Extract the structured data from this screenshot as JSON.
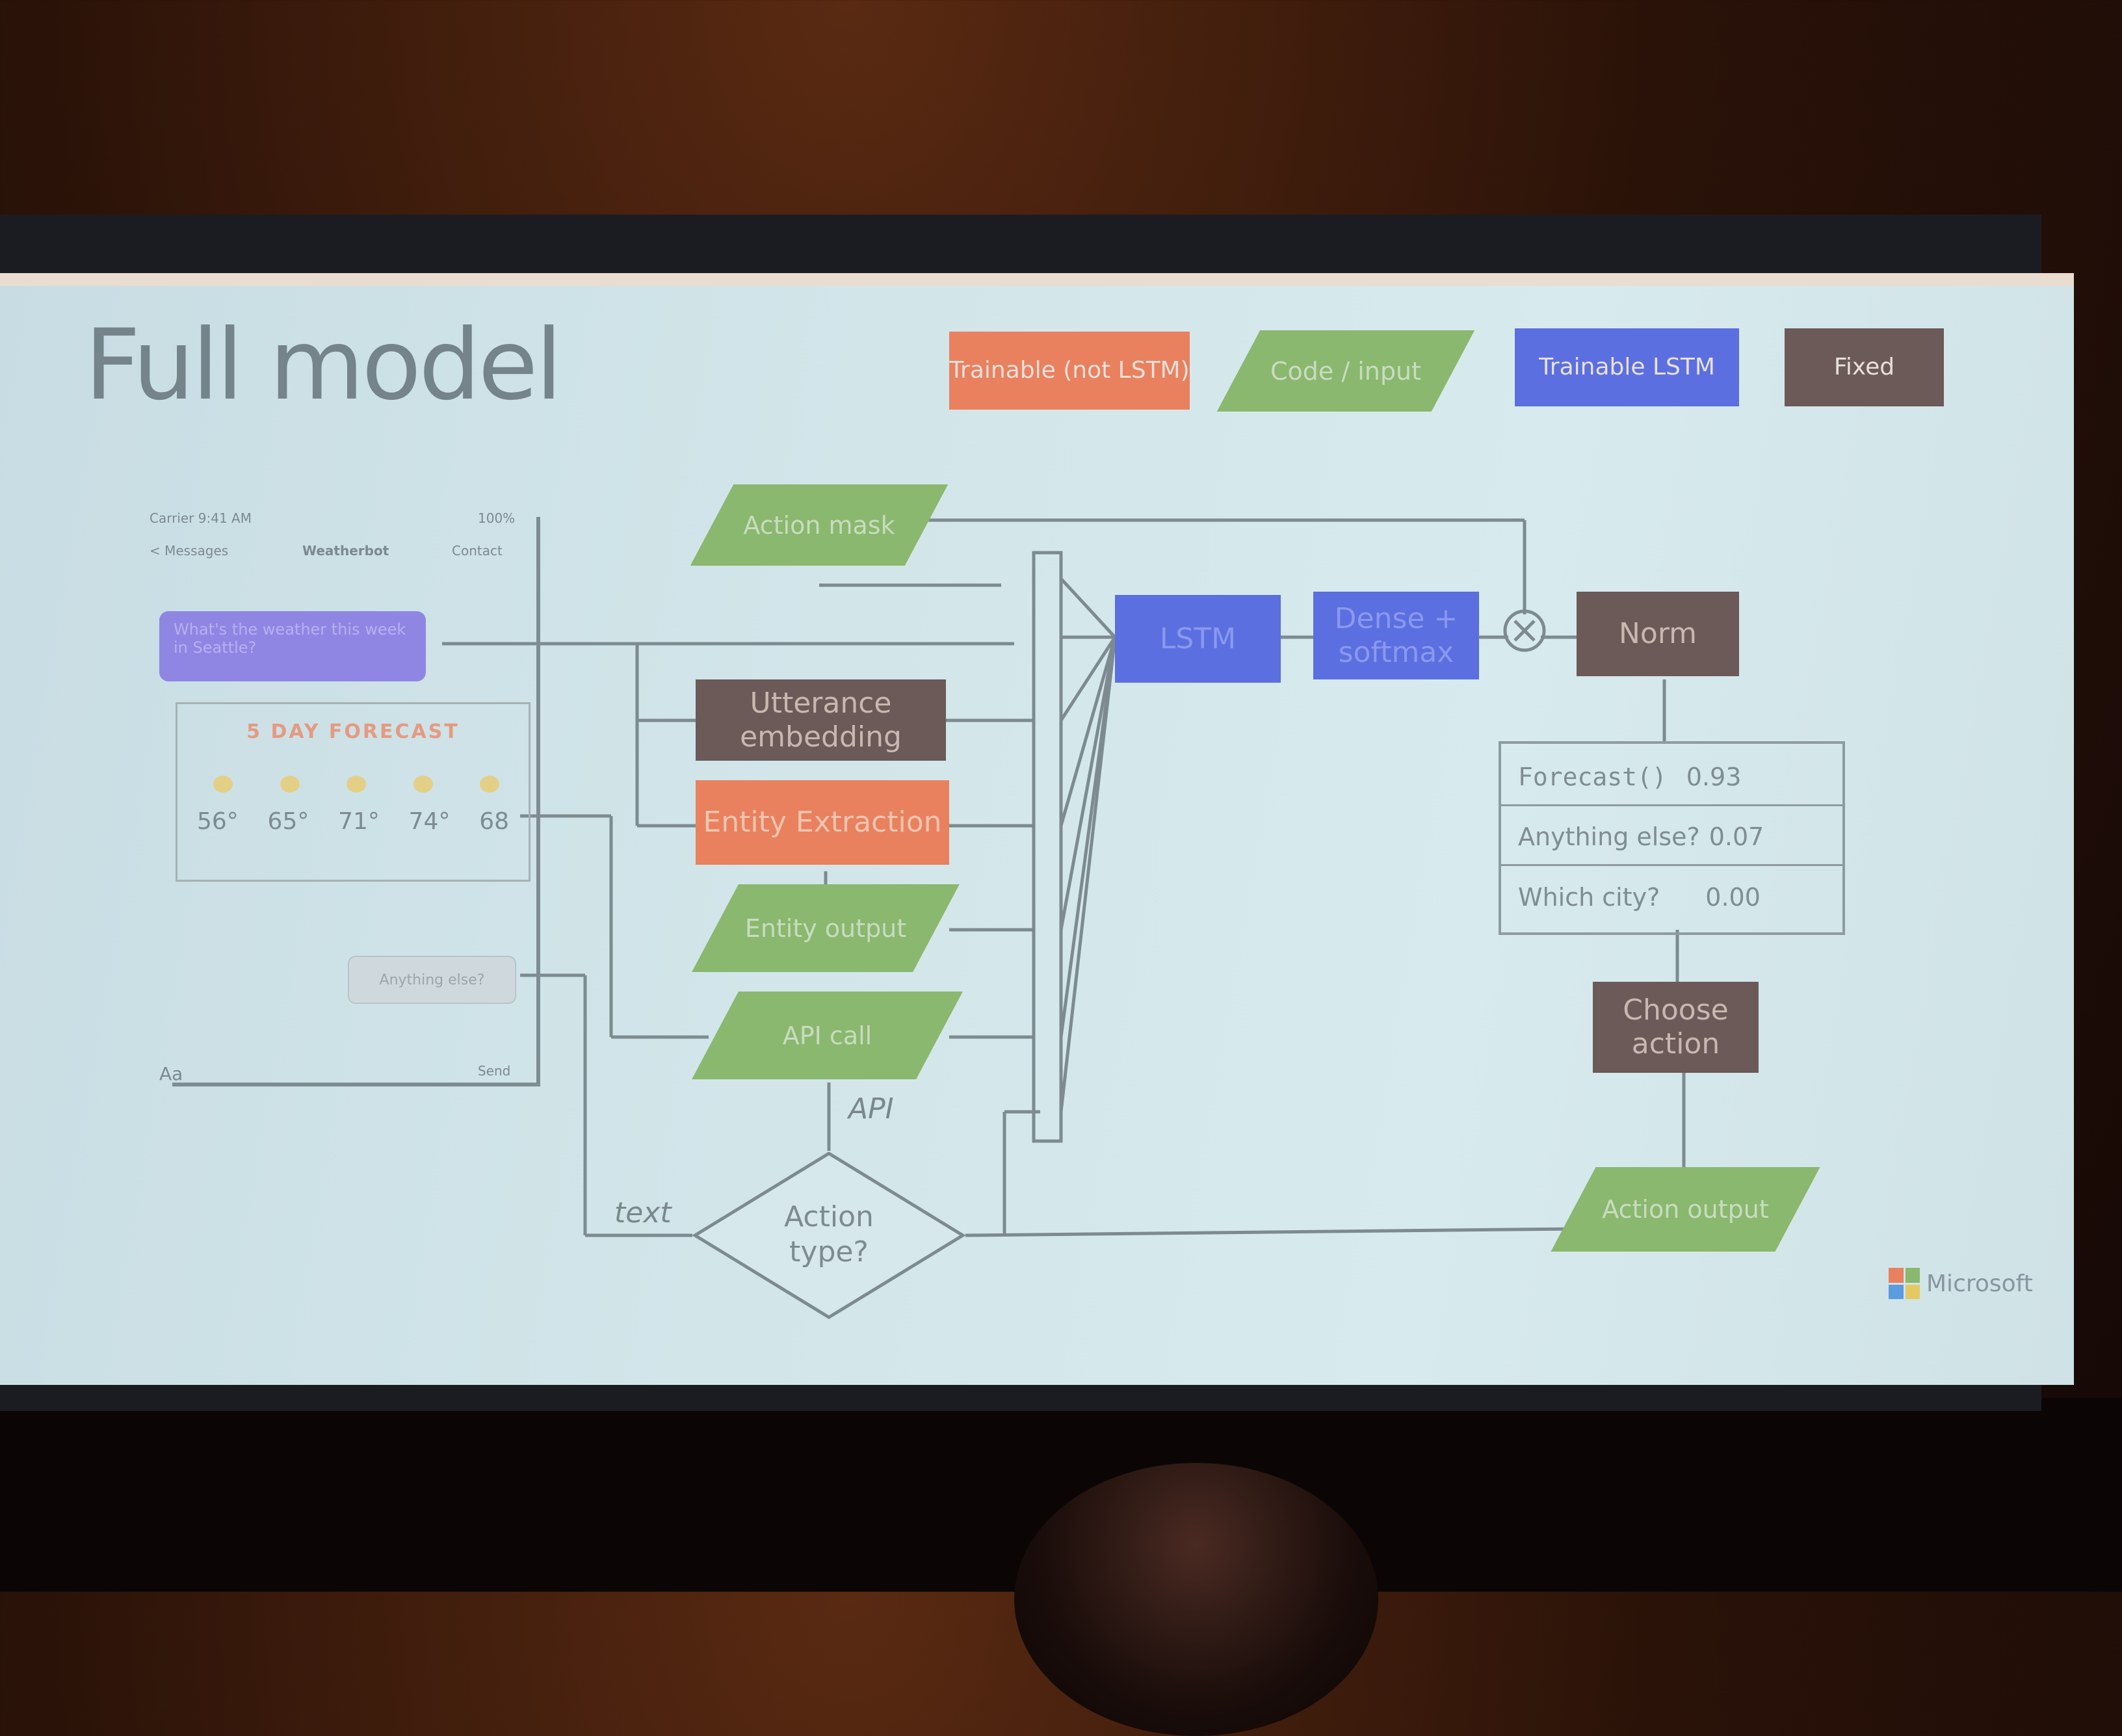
{
  "slide": {
    "title": "Full model",
    "legend": [
      {
        "label": "Trainable (not LSTM)",
        "color": "#e9815e"
      },
      {
        "label": "Code / input",
        "color": "#8ab86e"
      },
      {
        "label": "Trainable LSTM",
        "color": "#5b6fe0"
      },
      {
        "label": "Fixed",
        "color": "#6b5a58"
      }
    ],
    "boxes": {
      "action_mask": "Action mask",
      "utterance_embedding": "Utterance embedding",
      "entity_extraction": "Entity Extraction",
      "entity_output": "Entity output",
      "api_call": "API call",
      "lstm": "LSTM",
      "dense": "Dense + softmax",
      "norm": "Norm",
      "choose_action": "Choose action",
      "action_output": "Action output"
    },
    "decision": "Action type?",
    "edge_labels": {
      "api": "API",
      "text": "text"
    },
    "probabilities": [
      {
        "label": "Forecast()",
        "value": "0.93"
      },
      {
        "label": "Anything else?",
        "value": "0.07"
      },
      {
        "label": "Which city?",
        "value": "0.00"
      }
    ],
    "phone": {
      "status_left": "Carrier 9:41 AM",
      "status_right": "100%",
      "nav_left": "< Messages",
      "nav_center": "Weatherbot",
      "nav_right": "Contact",
      "user_message": "What's the weather this week in Seattle?",
      "forecast_title": "5 DAY FORECAST",
      "temps": [
        "56°",
        "65°",
        "71°",
        "74°",
        "68"
      ],
      "bot_reply": "Anything else?",
      "bottom_left": "Aa",
      "bottom_right": "Send"
    },
    "brand": "Microsoft"
  }
}
